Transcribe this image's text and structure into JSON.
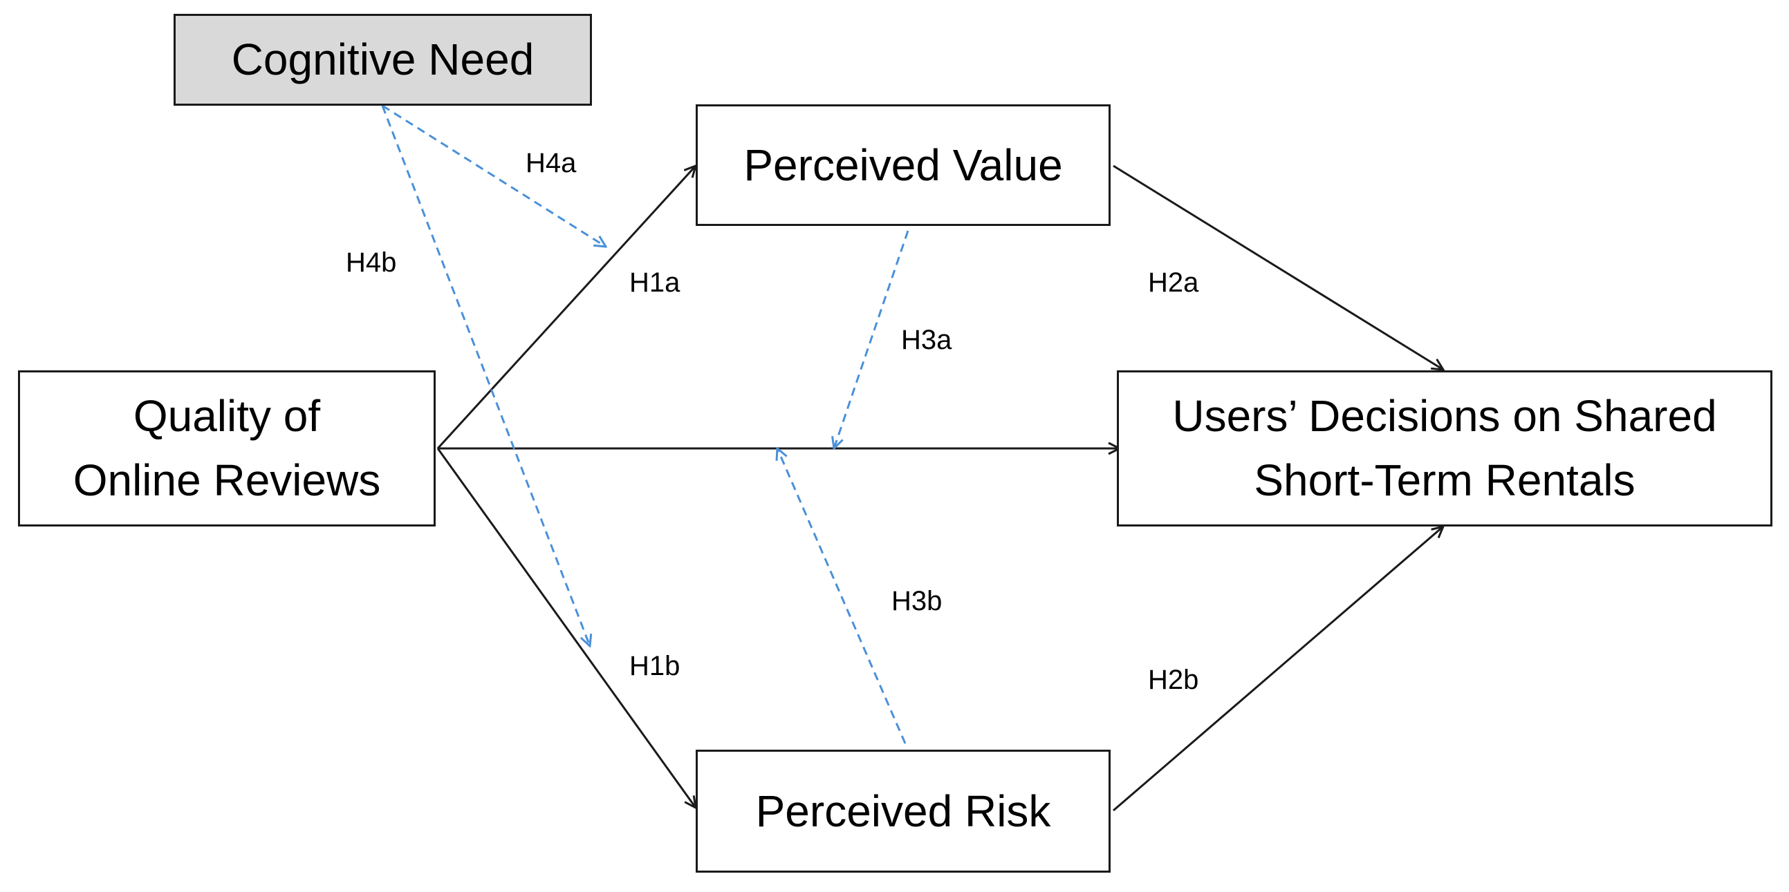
{
  "nodes": {
    "cognitive_need": "Cognitive Need",
    "perceived_value": "Perceived Value",
    "quality_reviews": "Quality of\nOnline Reviews",
    "users_decisions": "Users’ Decisions on Shared\nShort-Term Rentals",
    "perceived_risk": "Perceived Risk"
  },
  "hypotheses": {
    "h1a": "H1a",
    "h1b": "H1b",
    "h2a": "H2a",
    "h2b": "H2b",
    "h3a": "H3a",
    "h3b": "H3b",
    "h4a": "H4a",
    "h4b": "H4b"
  },
  "colors": {
    "solid_path": "#1a1a1a",
    "moderating_path": "#4a90d9",
    "moderator_fill": "#d9d9d9"
  }
}
